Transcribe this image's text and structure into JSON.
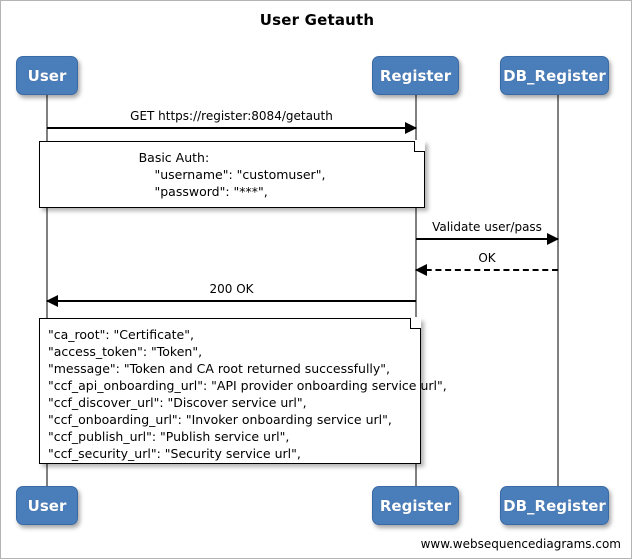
{
  "diagram": {
    "title": "User Getauth",
    "watermark": "www.websequencediagrams.com",
    "accent_color": "#4a7ebb",
    "line_color": "#808080"
  },
  "actors": [
    {
      "id": "user",
      "label": "User"
    },
    {
      "id": "register",
      "label": "Register"
    },
    {
      "id": "db_register",
      "label": "DB_Register"
    }
  ],
  "actors_bottom": [
    {
      "id": "user",
      "label": "User"
    },
    {
      "id": "register",
      "label": "Register"
    },
    {
      "id": "db_register",
      "label": "DB_Register"
    }
  ],
  "messages": [
    {
      "id": "m1",
      "label": "GET https://register:8084/getauth",
      "from": "User",
      "to": "Register",
      "style": "solid",
      "direction": "right"
    },
    {
      "id": "m2",
      "label": "Validate user/pass",
      "from": "Register",
      "to": "DB_Register",
      "style": "solid",
      "direction": "right"
    },
    {
      "id": "m3",
      "label": "OK",
      "from": "DB_Register",
      "to": "Register",
      "style": "dashed",
      "direction": "left"
    },
    {
      "id": "m4",
      "label": "200 OK",
      "from": "Register",
      "to": "User",
      "style": "solid",
      "direction": "left"
    }
  ],
  "notes": [
    {
      "id": "note-basic-auth",
      "lines": [
        "Basic Auth:",
        "    \"username\": \"customuser\",",
        "    \"password\": \"***\","
      ]
    },
    {
      "id": "note-response",
      "lines": [
        "\"ca_root\": \"Certificate\",",
        "\"access_token\": \"Token\",",
        "\"message\": \"Token and CA root returned successfully\",",
        "\"ccf_api_onboarding_url\": \"API provider onboarding service url\",",
        "\"ccf_discover_url\": \"Discover service url\",",
        "\"ccf_onboarding_url\": \"Invoker onboarding service url\",",
        "\"ccf_publish_url\": \"Publish service url\",",
        "\"ccf_security_url\": \"Security service url\","
      ]
    }
  ]
}
